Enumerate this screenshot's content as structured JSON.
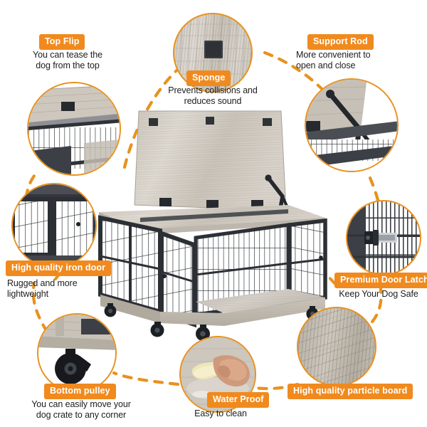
{
  "infographic": {
    "product": "dog crate end table with flip top",
    "accent_color": "#F08A1E",
    "line_color": "#E8921F"
  },
  "callouts": [
    {
      "id": "top-flip",
      "badge": "Top Flip",
      "caption": "You can tease the\ndog from the top",
      "image": "crate-top-edge-detail"
    },
    {
      "id": "sponge",
      "badge": "Sponge",
      "caption": "Prevents collisions and\nreduces sound",
      "image": "black-sponge-pad-on-wood"
    },
    {
      "id": "support-rod",
      "badge": "Support Rod",
      "caption": "More convenient to\nopen and close",
      "image": "gas-strut-support-rod"
    },
    {
      "id": "iron-door",
      "badge": "High quality iron door",
      "caption": "Rugged and more\nlightweight",
      "image": "iron-wire-door-panel"
    },
    {
      "id": "door-latch",
      "badge": "Premium Door Latch",
      "caption": "Keep Your Dog Safe",
      "image": "metal-slide-latch"
    },
    {
      "id": "bottom-pulley",
      "badge": "Bottom pulley",
      "caption": "You can easily move your\ndog crate to any corner",
      "image": "black-caster-wheel"
    },
    {
      "id": "water-proof",
      "badge": "Water Proof",
      "caption": "Easy to clean",
      "image": "hand-wiping-surface-with-sponge"
    },
    {
      "id": "particle-board",
      "badge": "High quality particle board",
      "caption": "",
      "image": "grey-wood-grain-board"
    }
  ]
}
